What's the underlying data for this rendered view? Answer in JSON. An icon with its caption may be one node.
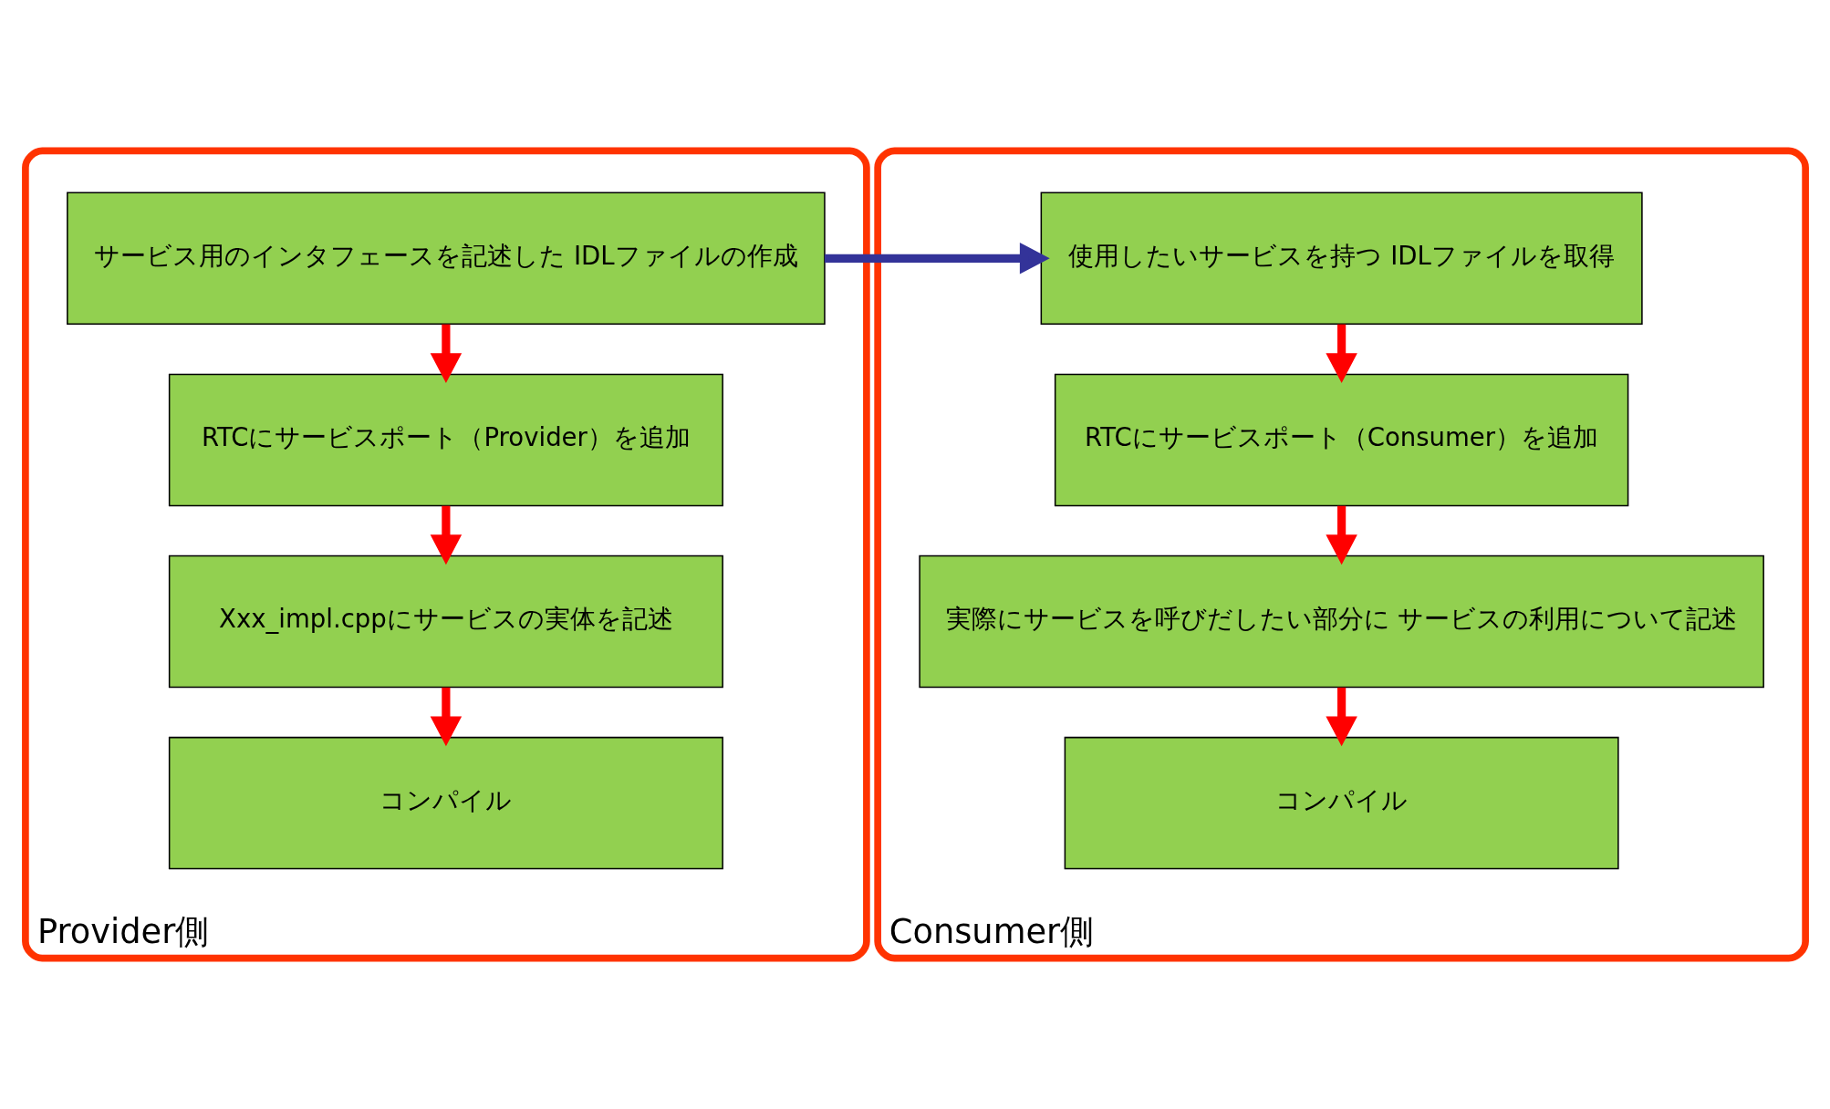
{
  "diagram": {
    "nodes": [
      {
        "text": [
          "Provider側"
        ]
      },
      {
        "text": [
          "サービス用のインタフェースを記述した IDLファイルの作成"
        ],
        "in": 0
      },
      {
        "text": [
          "RTCにサービスポート（Provider）を追加"
        ],
        "in": 0
      },
      {
        "text": [
          "Xxx_impl.cppにサービスの実体を記述"
        ],
        "in": 0
      },
      {
        "text": [
          "コンパイル"
        ],
        "in": 0
      },
      {
        "text": [
          "Consumer側"
        ]
      },
      {
        "text": [
          "使用したいサービスを持つ IDLファイルを取得"
        ],
        "in": 5
      },
      {
        "text": [
          "RTCにサービスポート（Consumer）を追加"
        ],
        "in": 5
      },
      {
        "text": [
          "実際にサービスを呼びだしたい部分に サービスの利用について記述"
        ],
        "in": 5
      },
      {
        "text": [
          "コンパイル"
        ],
        "in": 5
      }
    ],
    "edges": [
      {
        "from": 1,
        "to": 6,
        "arrow": "to",
        "color": "#333399"
      },
      {
        "from": 1,
        "to": 2,
        "arrow": "to"
      },
      {
        "from": 2,
        "to": 3,
        "arrow": "to"
      },
      {
        "from": 3,
        "to": 4,
        "arrow": "to"
      },
      {
        "from": 6,
        "to": 7,
        "arrow": "to"
      },
      {
        "from": 7,
        "to": 8,
        "arrow": "to"
      },
      {
        "from": 8,
        "to": 9,
        "arrow": "to"
      }
    ]
  }
}
